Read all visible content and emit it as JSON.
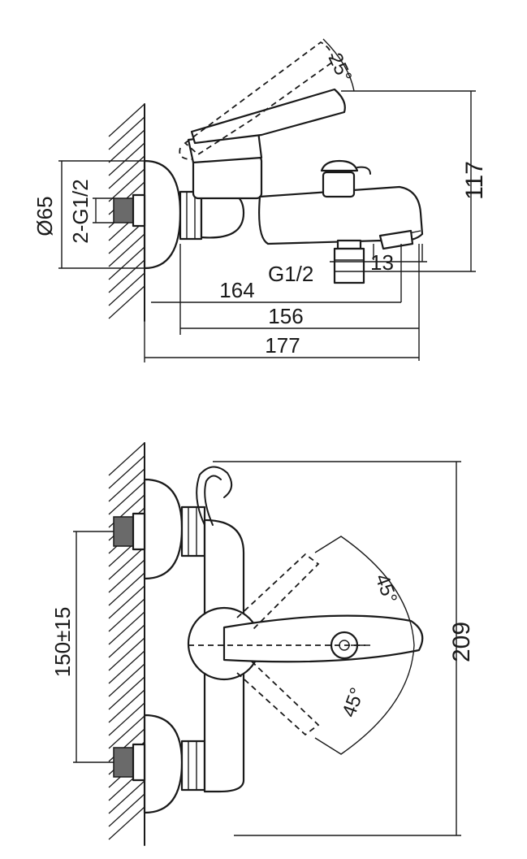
{
  "side_view": {
    "dim_height": "117",
    "dim_diameter": "Ø65",
    "dim_thread_inlet": "2-G1/2",
    "dim_thread_outlet": "G1/2",
    "dim_angle": "25°",
    "dim_spout_end": "13",
    "dim_length_164": "164",
    "dim_length_156": "156",
    "dim_length_177": "177"
  },
  "front_view": {
    "dim_center_distance": "150±15",
    "dim_height": "209",
    "dim_angle_upper": "45°",
    "dim_angle_lower": "45°"
  }
}
